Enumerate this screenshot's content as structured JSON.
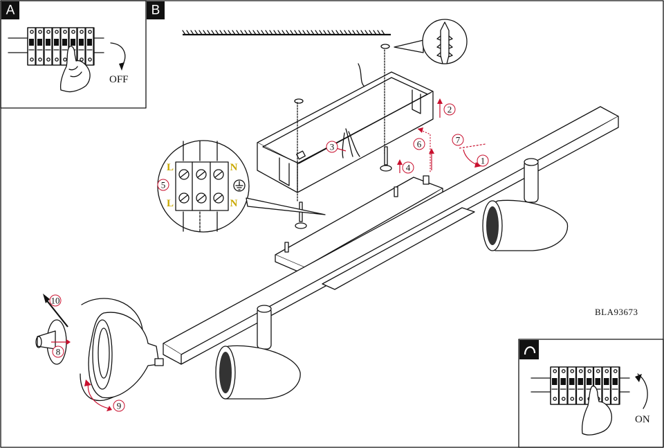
{
  "panels": [
    {
      "letter": "A"
    },
    {
      "letter": "B"
    }
  ],
  "switch_off_label": "OFF",
  "switch_on_label": "ON",
  "model_code": "BLA93673",
  "terminal_letters": [
    "L",
    "N",
    "L",
    "N"
  ],
  "steps": [
    "1",
    "2",
    "3",
    "4",
    "5",
    "6",
    "7",
    "8",
    "9",
    "10"
  ],
  "colors": {
    "ink": "#111111",
    "arrow": "#c8102e",
    "terminal": "#c9a800"
  },
  "icons": [
    "circuit-breaker-icon",
    "hand-icon",
    "wall-plug-icon",
    "screw-icon",
    "bulb-icon",
    "power-restore-icon"
  ]
}
